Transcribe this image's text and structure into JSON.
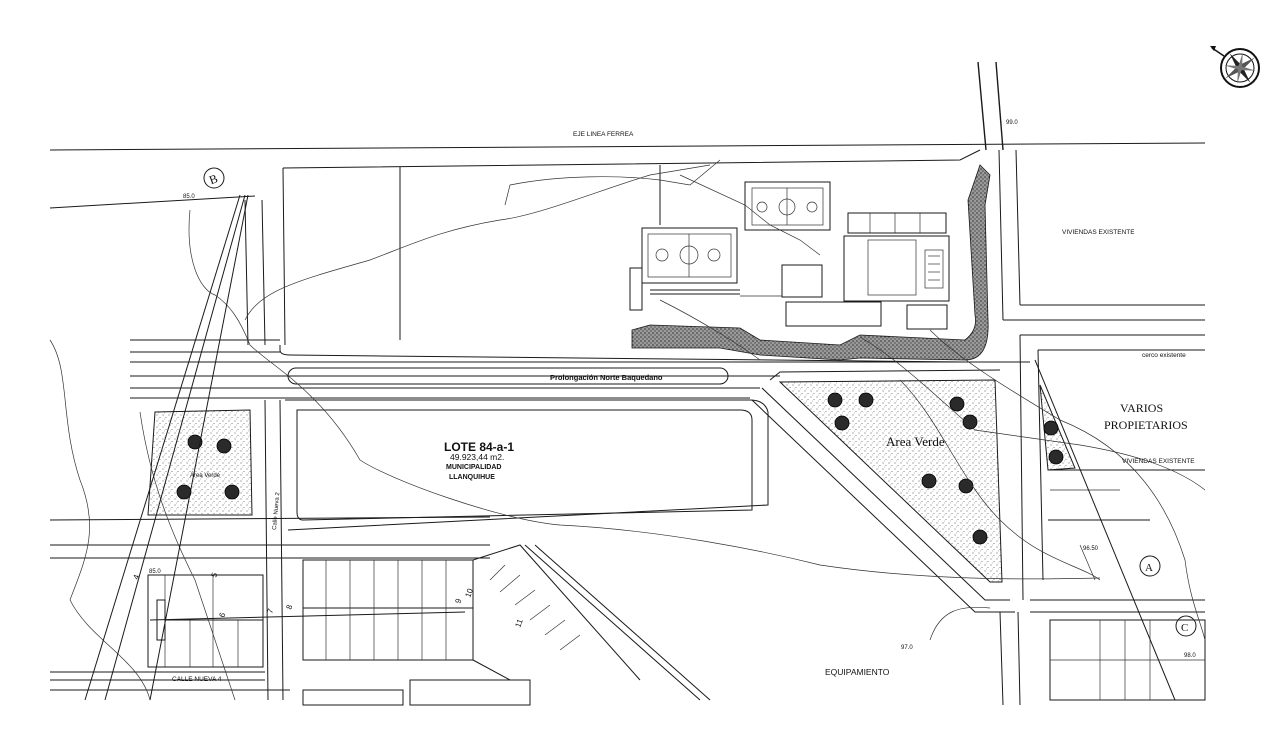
{
  "labels": {
    "rail_axis": "EJE LINEA FERREA",
    "housing_top": "VIVIENDAS EXISTENTE",
    "fence": "cerco existente",
    "owners_1": "VARIOS",
    "owners_2": "PROPIETARIOS",
    "housing_right": "VIVIENDAS EXISTENTE",
    "street_main": "Prolongación Norte Baquedano",
    "lot_title": "LOTE 84-a-1",
    "lot_area": "49.923,44 m2.",
    "lot_owner_1": "MUNICIPALIDAD",
    "lot_owner_2": "LLANQUIHUE",
    "green_area_right": "Area Verde",
    "green_area_left": "Área Verde",
    "street_vertical": "Calle Nueva 2",
    "street_bottom": "CALLE NUEVA 4",
    "equipment": "EQUIPAMIENTO"
  },
  "elevations": {
    "e85_top": "85.0",
    "e99": "99.0",
    "e96": "96.50",
    "e97": "97.0",
    "e98": "98.0",
    "e85_bottom": "85.0"
  },
  "markers": {
    "section_b": "B",
    "section_a": "A",
    "section_c": "C"
  },
  "lot_numbers": [
    "4",
    "5",
    "6",
    "7",
    "8",
    "9",
    "10",
    "11"
  ],
  "icons": {
    "north_arrow": "compass-rose-icon"
  }
}
